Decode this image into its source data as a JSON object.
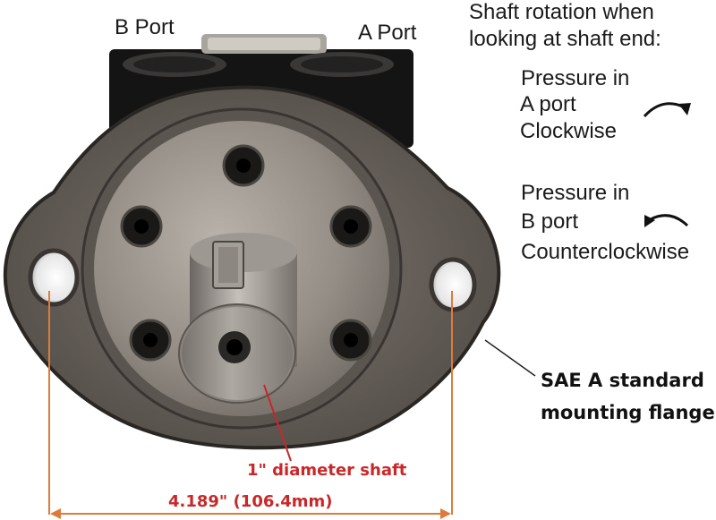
{
  "labels": {
    "b_port": "B Port",
    "a_port": "A Port",
    "rotation_header_line1": "Shaft rotation when",
    "rotation_header_line2": "looking at shaft end:",
    "a_pressure_line1": "Pressure in",
    "a_pressure_line2": "A port",
    "a_pressure_line3": "Clockwise",
    "b_pressure_line1": "Pressure in",
    "b_pressure_line2": "B port",
    "b_pressure_line3": "Counterclockwise",
    "flange_line1": "SAE A standard",
    "flange_line2": "mounting flange",
    "shaft_label": "1\" diameter shaft",
    "dimension_label": "4.189\" (106.4mm)"
  },
  "colors": {
    "red_annotation": "#c8282a",
    "orange_dimension": "#e07a3a",
    "metal": "#8e8984",
    "dark_body": "#121212"
  },
  "icons": {
    "clockwise": "clockwise-arrow-icon",
    "counterclockwise": "counterclockwise-arrow-icon"
  }
}
